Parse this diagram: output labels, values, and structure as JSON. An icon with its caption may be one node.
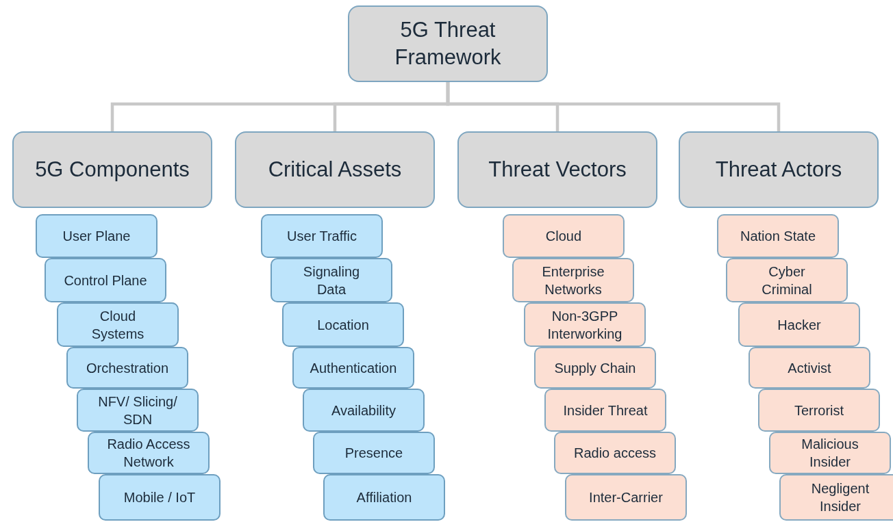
{
  "diagram": {
    "nodes": [
      {
        "text": [
          "5G Threat Framework"
        ]
      },
      {
        "text": [
          "5G Components"
        ]
      },
      {
        "text": [
          "Critical Assets"
        ]
      },
      {
        "text": [
          "Threat Vectors"
        ]
      },
      {
        "text": [
          "Threat Actors"
        ]
      },
      {
        "text": [
          "User Plane"
        ]
      },
      {
        "text": [
          "Control Plane"
        ]
      },
      {
        "text": [
          "Cloud Systems"
        ]
      },
      {
        "text": [
          "Orchestration"
        ]
      },
      {
        "text": [
          "NFV/ Slicing/ SDN"
        ]
      },
      {
        "text": [
          "Radio Access Network"
        ]
      },
      {
        "text": [
          "Mobile / IoT"
        ]
      },
      {
        "text": [
          "User Traffic"
        ]
      },
      {
        "text": [
          "Signaling Data"
        ]
      },
      {
        "text": [
          "Location"
        ]
      },
      {
        "text": [
          "Authentication"
        ]
      },
      {
        "text": [
          "Availability"
        ]
      },
      {
        "text": [
          "Presence"
        ]
      },
      {
        "text": [
          "Affiliation"
        ]
      },
      {
        "text": [
          "Cloud"
        ]
      },
      {
        "text": [
          "Enterprise Networks"
        ]
      },
      {
        "text": [
          "Non-3GPP Interworking"
        ]
      },
      {
        "text": [
          "Supply Chain"
        ]
      },
      {
        "text": [
          "Insider Threat"
        ]
      },
      {
        "text": [
          "Radio access"
        ]
      },
      {
        "text": [
          "Inter-Carrier"
        ]
      },
      {
        "text": [
          "Nation State"
        ]
      },
      {
        "text": [
          "Cyber Criminal"
        ]
      },
      {
        "text": [
          "Hacker"
        ]
      },
      {
        "text": [
          "Activist"
        ]
      },
      {
        "text": [
          "Terrorist"
        ]
      },
      {
        "text": [
          "Malicious Insider"
        ]
      },
      {
        "text": [
          "Negligent Insider"
        ]
      }
    ],
    "edges": [
      {
        "from": 0,
        "to": 1,
        "arrow": "none"
      },
      {
        "from": 0,
        "to": 2,
        "arrow": "none"
      },
      {
        "from": 0,
        "to": 3,
        "arrow": "none"
      },
      {
        "from": 0,
        "to": 4,
        "arrow": "none"
      }
    ]
  }
}
